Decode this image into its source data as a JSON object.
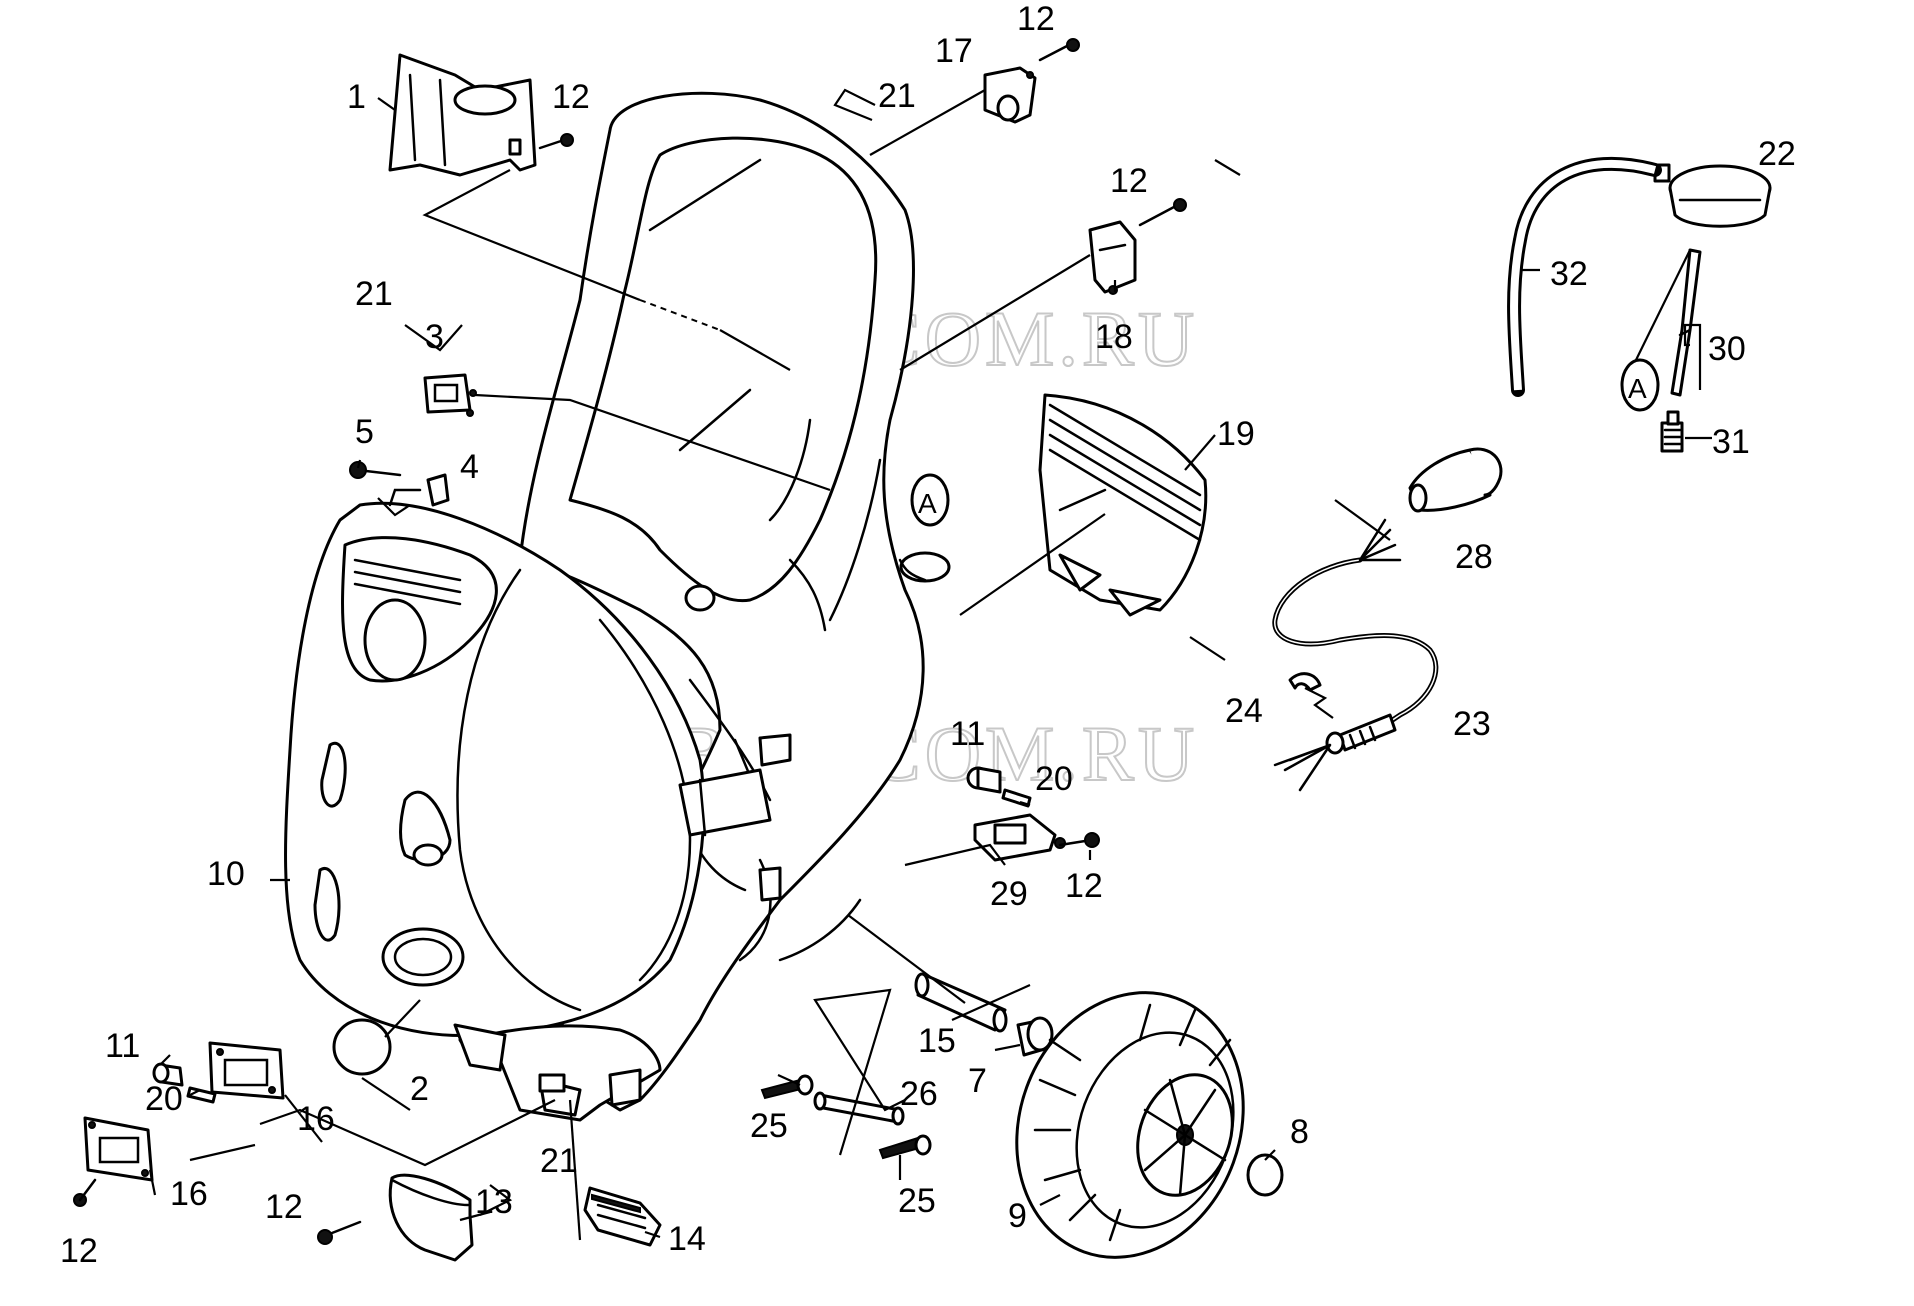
{
  "watermark": "BRIZCOM.RU",
  "callout_marker": "A",
  "labels": {
    "p1": "1",
    "p2": "2",
    "p3": "3",
    "p4": "4",
    "p5": "5",
    "p7": "7",
    "p8": "8",
    "p9": "9",
    "p10": "10",
    "p11a": "11",
    "p11b": "11",
    "p12a": "12",
    "p12b": "12",
    "p12c": "12",
    "p12d": "12",
    "p12e": "12",
    "p12f": "12",
    "p13": "13",
    "p14": "14",
    "p15": "15",
    "p16a": "16",
    "p16b": "16",
    "p17": "17",
    "p18": "18",
    "p19": "19",
    "p20a": "20",
    "p20b": "20",
    "p21a": "21",
    "p21b": "21",
    "p21c": "21",
    "p22": "22",
    "p23": "23",
    "p24": "24",
    "p25a": "25",
    "p25b": "25",
    "p26": "26",
    "p28": "28",
    "p29": "29",
    "p30": "30",
    "p31": "31",
    "p32": "32"
  }
}
